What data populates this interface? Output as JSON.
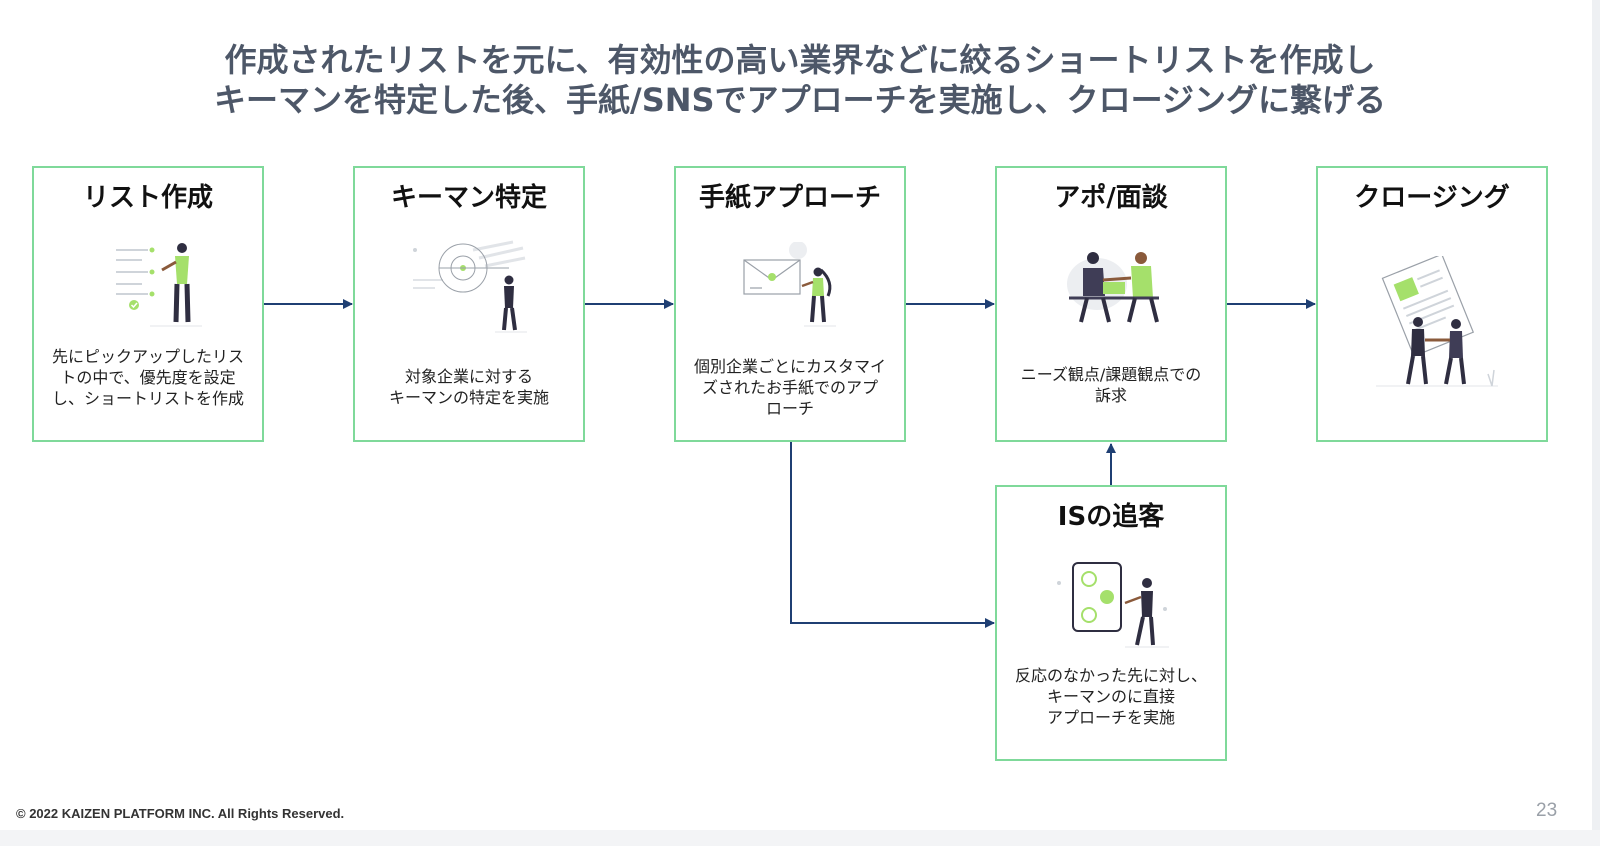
{
  "title": {
    "line1": "作成されたリストを元に、有効性の高い業界などに絞るショートリストを作成し",
    "line2": "キーマンを特定した後、手紙/SNSでアプローチを実施し、クロージングに繋げる"
  },
  "steps": [
    {
      "title": "リスト作成",
      "desc": [
        "先にピックアップしたリス",
        "トの中で、優先度を設定",
        "し、ショートリストを作成"
      ]
    },
    {
      "title": "キーマン特定",
      "desc": [
        "対象企業に対する",
        "キーマンの特定を実施"
      ]
    },
    {
      "title": "手紙アプローチ",
      "desc": [
        "個別企業ごとにカスタマイ",
        "ズされたお手紙でのアプ",
        "ローチ"
      ]
    },
    {
      "title": "アポ/面談",
      "desc": [
        "ニーズ観点/課題観点での",
        "訴求"
      ]
    },
    {
      "title": "クロージング",
      "desc": []
    }
  ],
  "followup": {
    "title": "ISの追客",
    "desc": [
      "反応のなかった先に対し、",
      "キーマンのに直接",
      "アプローチを実施"
    ]
  },
  "footer": {
    "copyright": "© 2022 KAIZEN PLATFORM INC. All Rights Reserved.",
    "page": "23"
  },
  "colors": {
    "box_border": "#7fd99a",
    "arrow": "#1f3f73",
    "accent_green": "#a5e06b",
    "title_text": "#4d5768"
  }
}
